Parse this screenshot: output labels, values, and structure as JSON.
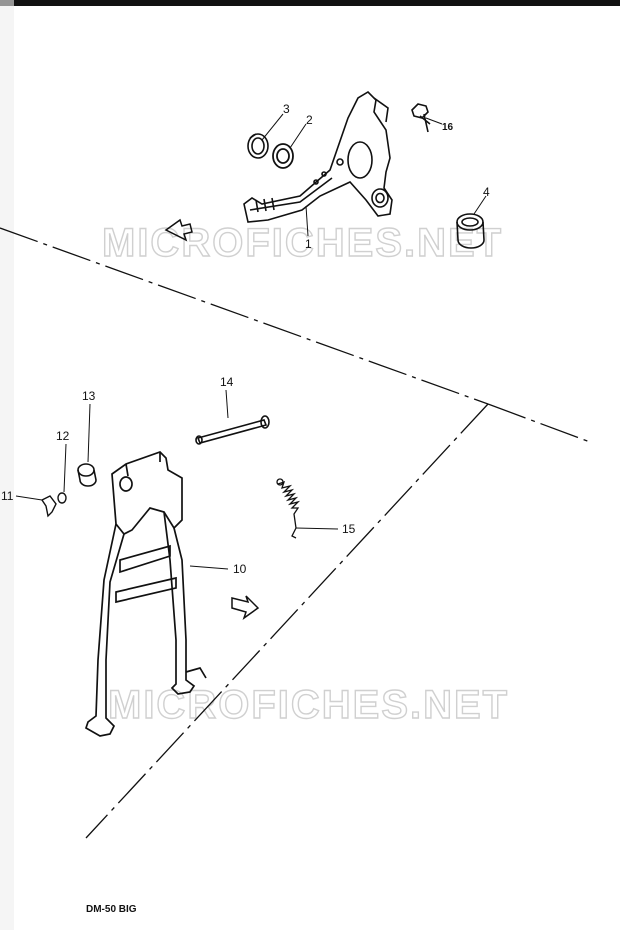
{
  "callouts": {
    "c1": "1",
    "c2": "2",
    "c3": "3",
    "c4": "4",
    "c10": "10",
    "c11": "11",
    "c12": "12",
    "c13": "13",
    "c14": "14",
    "c15": "15",
    "c16": "16"
  },
  "watermark": {
    "top": "MICROFICHES.NET",
    "bottom": "MICROFICHES.NET"
  },
  "footer": {
    "model": "DM-50 BIG"
  },
  "colors": {
    "ink": "#111111",
    "watermark": "#d0d0d0",
    "background": "#ffffff"
  }
}
